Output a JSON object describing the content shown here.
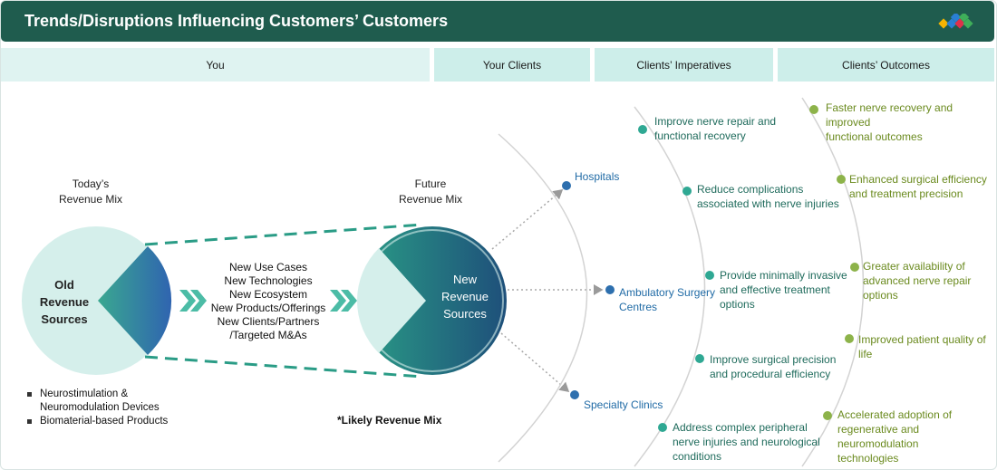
{
  "header": {
    "title": "Trends/Disruptions Influencing Customers’ Customers"
  },
  "columns": {
    "you": "You",
    "clients": "Your Clients",
    "imperatives": "Clients’ Imperatives",
    "outcomes": "Clients’ Outcomes"
  },
  "today": {
    "label_line1": "Today’s",
    "label_line2": "Revenue Mix",
    "circle_line1": "Old",
    "circle_line2": "Revenue",
    "circle_line3": "Sources"
  },
  "future": {
    "label_line1": "Future",
    "label_line2": "Revenue Mix",
    "circle_line1": "New",
    "circle_line2": "Revenue",
    "circle_line3": "Sources"
  },
  "drivers": [
    "New Use Cases",
    "New Technologies",
    "New Ecosystem",
    "New Products/Offerings",
    "New Clients/Partners",
    "/Targeted M&As"
  ],
  "old_sources": [
    "Neurostimulation &",
    "Neuromodulation Devices",
    "Biomaterial-based Products"
  ],
  "likely_note": "*Likely Revenue Mix",
  "clients": [
    {
      "line1": "Hospitals",
      "line2": ""
    },
    {
      "line1": "Ambulatory Surgery",
      "line2": "Centres"
    },
    {
      "line1": "Specialty Clinics",
      "line2": ""
    }
  ],
  "imperatives": [
    {
      "line1": "Improve nerve repair and",
      "line2": "functional recovery",
      "line3": ""
    },
    {
      "line1": "Reduce complications",
      "line2": "associated with nerve injuries",
      "line3": ""
    },
    {
      "line1": "Provide minimally invasive",
      "line2": "and effective treatment",
      "line3": "options"
    },
    {
      "line1": "Improve surgical precision",
      "line2": "and procedural efficiency",
      "line3": ""
    },
    {
      "line1": "Address complex peripheral",
      "line2": "nerve injuries and neurological",
      "line3": "conditions"
    }
  ],
  "outcomes": [
    {
      "line1": "Faster nerve recovery and improved",
      "line2": "functional outcomes",
      "line3": ""
    },
    {
      "line1": "Enhanced surgical efficiency",
      "line2": "and treatment precision",
      "line3": ""
    },
    {
      "line1": "Greater availability of",
      "line2": "advanced nerve repair options",
      "line3": ""
    },
    {
      "line1": "Improved patient quality of life",
      "line2": "",
      "line3": ""
    },
    {
      "line1": "Accelerated adoption of",
      "line2": "regenerative and neuromodulation",
      "line3": "technologies"
    }
  ],
  "colors": {
    "header": "#1f5c4e",
    "teal": "#2fa893",
    "blue": "#2d6fae",
    "green": "#8db34a"
  }
}
